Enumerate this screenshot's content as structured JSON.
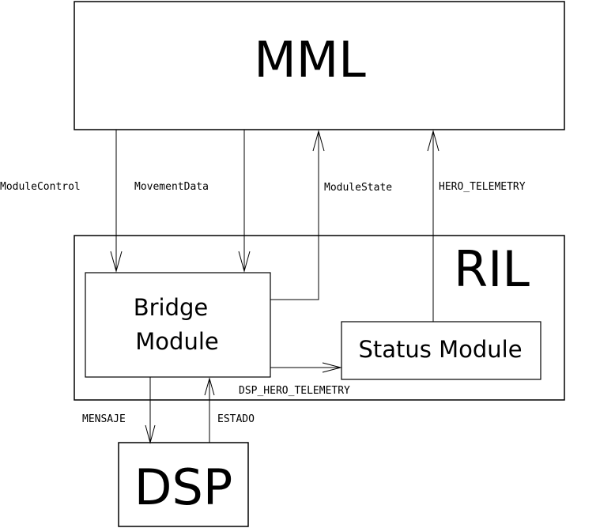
{
  "diagram": {
    "nodes": {
      "mml": {
        "label": "MML"
      },
      "ril": {
        "label": "RIL"
      },
      "bridge": {
        "line1": "Bridge",
        "line2": "Module"
      },
      "status": {
        "label": "Status Module"
      },
      "dsp": {
        "label": "DSP"
      }
    },
    "edges": {
      "module_control": "ModuleControl",
      "movement_data": "MovementData",
      "module_state": "ModuleState",
      "hero_telemetry": "HERO_TELEMETRY",
      "dsp_hero_telemetry": "DSP_HERO_TELEMETRY",
      "mensaje": "MENSAJE",
      "estado": "ESTADO"
    }
  }
}
